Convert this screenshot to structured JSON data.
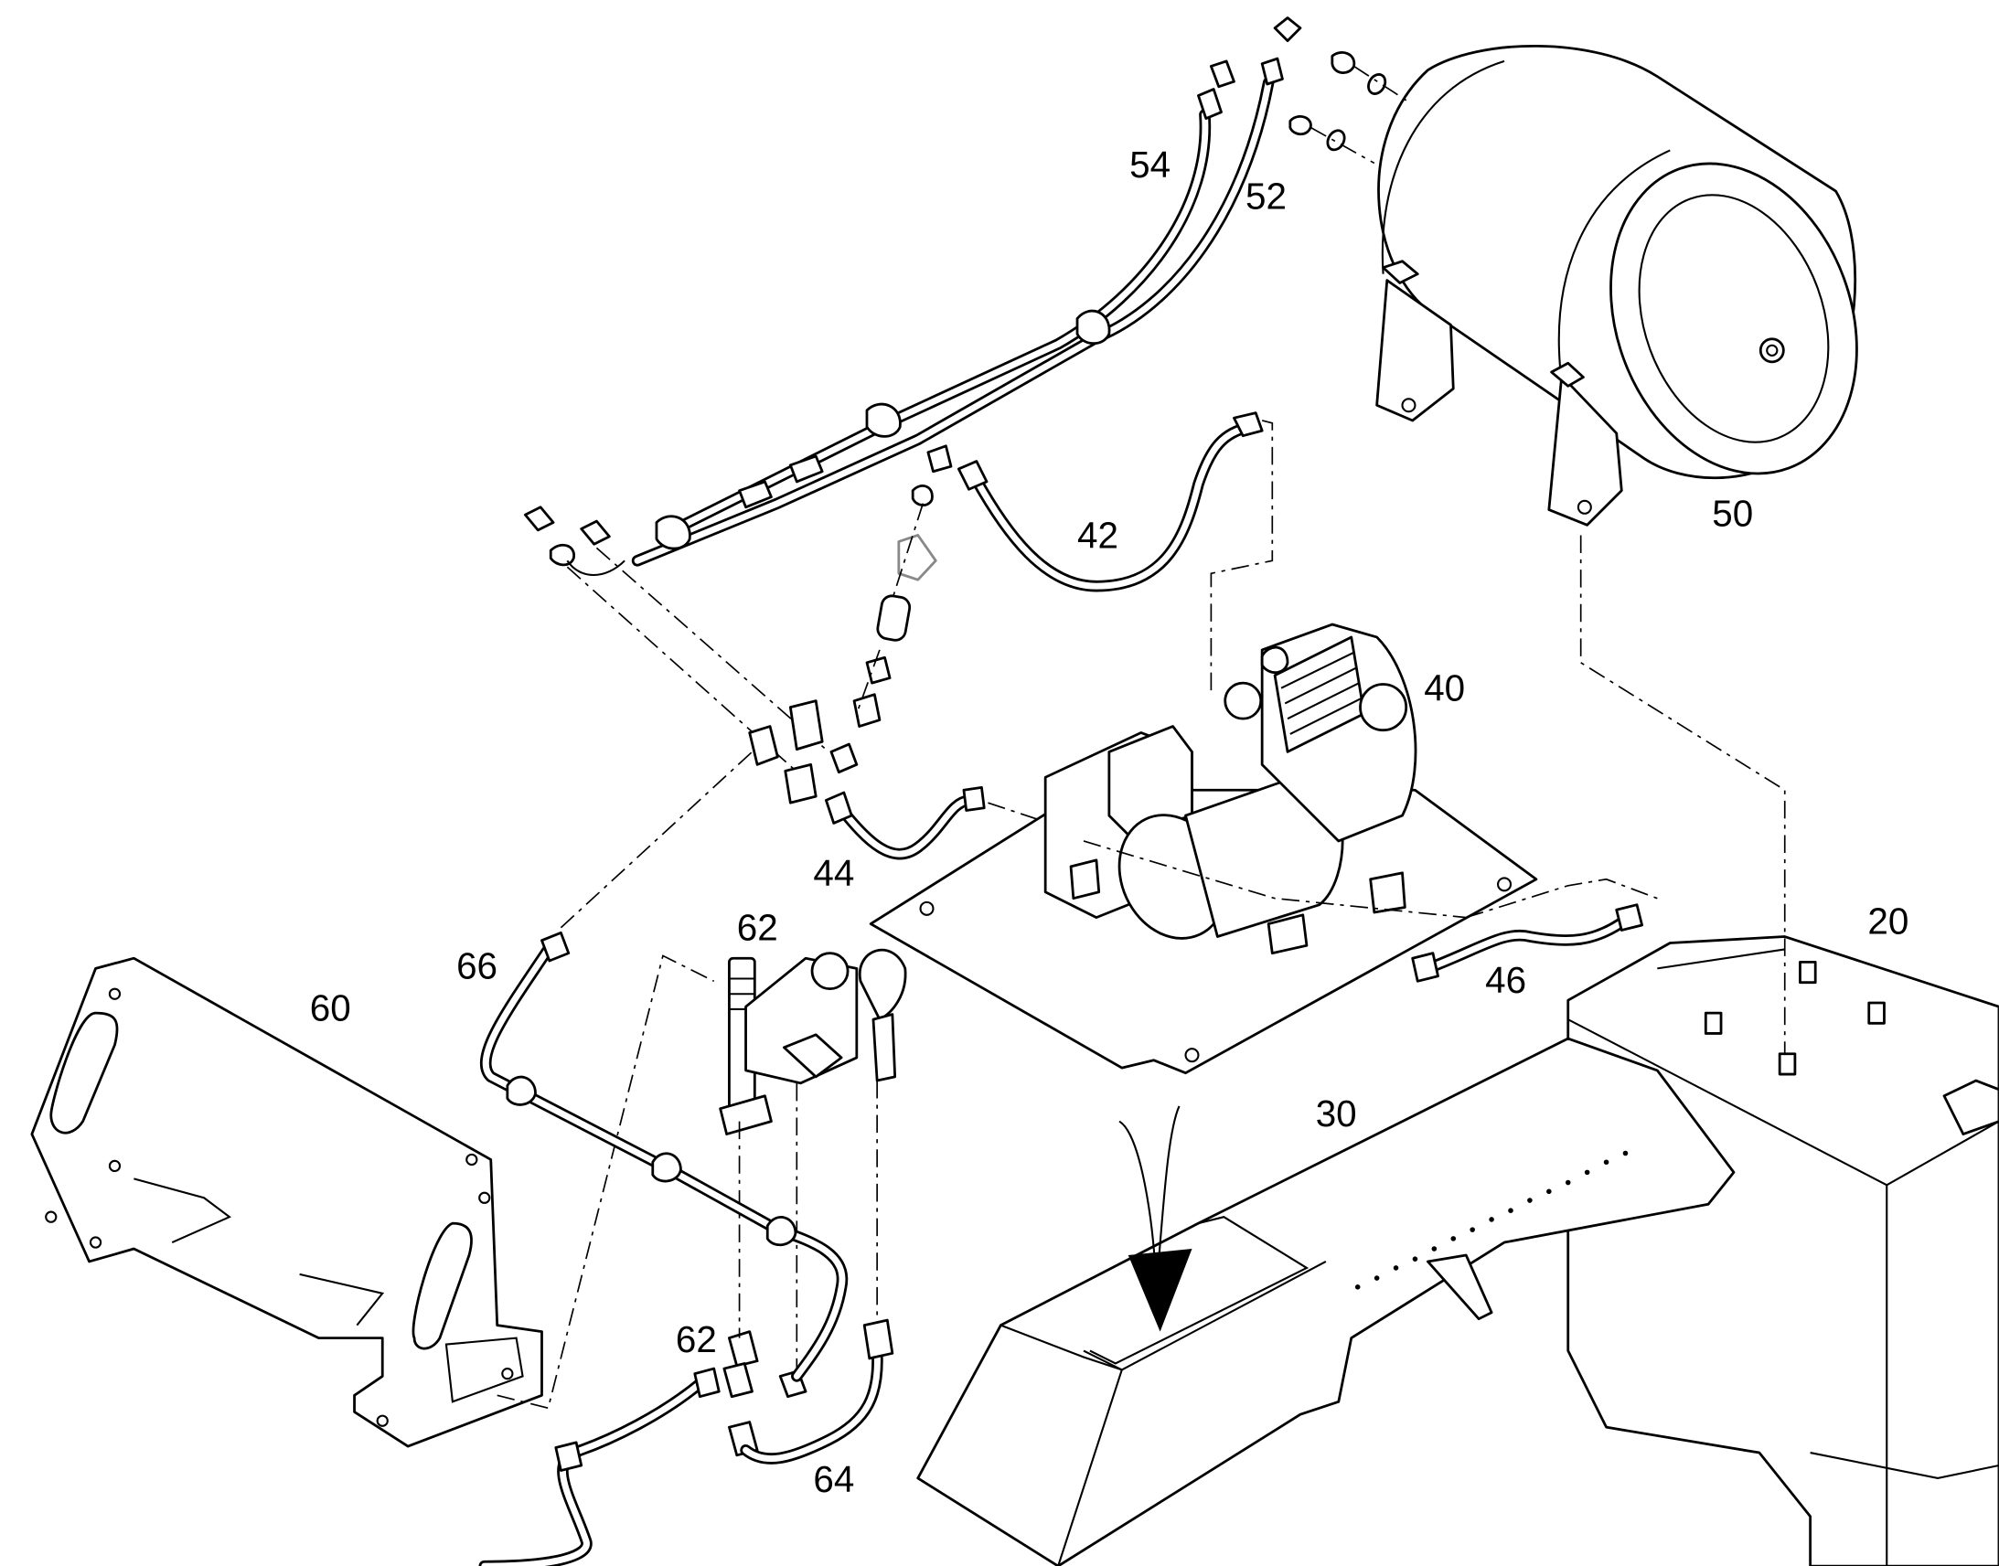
{
  "callouts": {
    "c20": "20",
    "c30": "30",
    "c40": "40",
    "c42": "42",
    "c44": "44",
    "c46": "46",
    "c50": "50",
    "c52": "52",
    "c54": "54",
    "c60": "60",
    "c62a": "62",
    "c62b": "62",
    "c64": "64",
    "c66": "66"
  },
  "colors": {
    "line": "#000000",
    "background": "#ffffff"
  }
}
